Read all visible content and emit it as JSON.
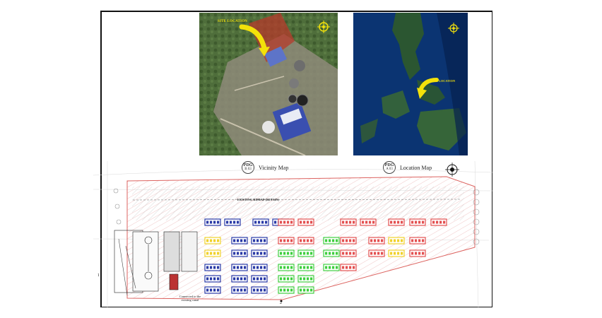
{
  "vicinity_map": {
    "site_label": "SITE LOCATION",
    "caption_title": "Vicinity Map",
    "seal": {
      "top": "PDG",
      "bottom_left": "B",
      "bottom_right": "03"
    }
  },
  "location_map": {
    "site_label": "SITE LOCATION",
    "caption_title": "Location Map",
    "seal": {
      "top": "PDG",
      "bottom_left": "A",
      "bottom_right": "03"
    }
  },
  "site_plan": {
    "riprap_label": "EXISTING RIPRAP (RETAIN)",
    "canal_note_line1": "Connected to the",
    "canal_note_line2": "existing canal",
    "marker_1": "1",
    "marker_2": "2"
  },
  "colors": {
    "satellite_green": "#4c6b3a",
    "ocean_blue": "#0d3a7a",
    "boundary_red": "#d9534f",
    "panel_blue": "#2a3aa6",
    "panel_red": "#e35050",
    "panel_green": "#3fcf3f",
    "panel_yellow": "#f1d12b",
    "arrow_yellow": "#f3e10a"
  }
}
